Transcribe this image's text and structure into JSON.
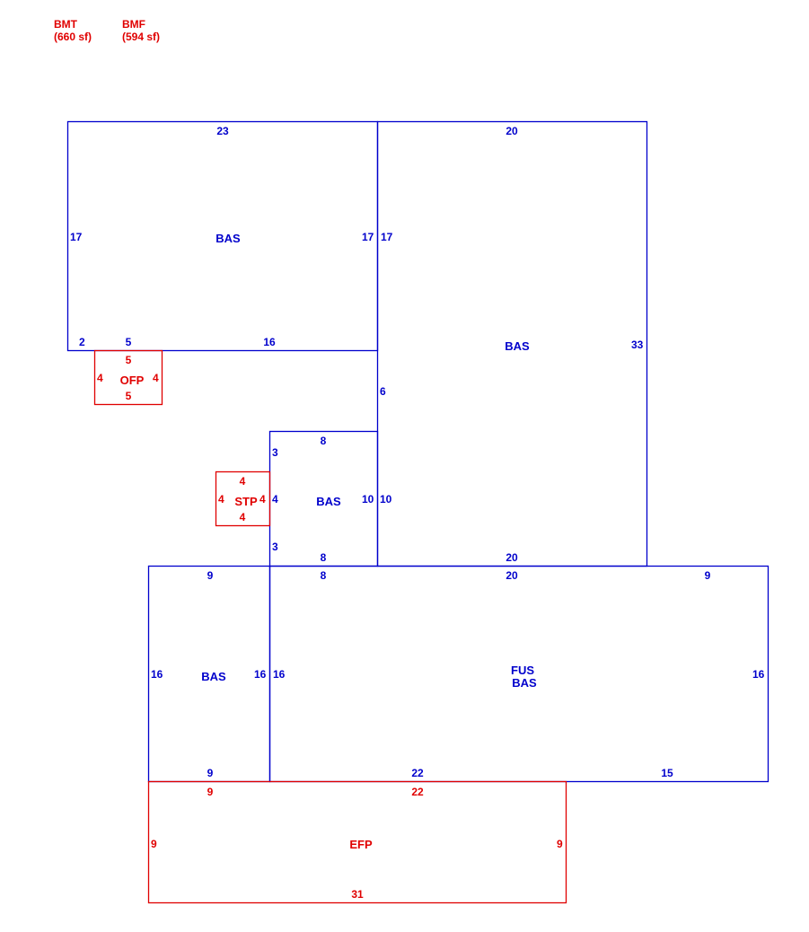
{
  "colors": {
    "main": "#0000cc",
    "secondary": "#e00000"
  },
  "legend": [
    {
      "code": "BMT",
      "area": "(660 sf)"
    },
    {
      "code": "BMF",
      "area": "(594 sf)"
    }
  ],
  "areas": [
    {
      "id": "bas-upper-left",
      "kind": "main",
      "labels": [
        "BAS"
      ],
      "dims": [
        "23",
        "17",
        "17",
        "2",
        "5",
        "16"
      ]
    },
    {
      "id": "bas-right",
      "kind": "main",
      "labels": [
        "BAS"
      ],
      "dims": [
        "20",
        "17",
        "33",
        "6",
        "10",
        "20"
      ]
    },
    {
      "id": "ofp",
      "kind": "secondary",
      "labels": [
        "OFP"
      ],
      "dims": [
        "5",
        "4",
        "4",
        "5"
      ]
    },
    {
      "id": "bas-small",
      "kind": "main",
      "labels": [
        "BAS"
      ],
      "dims": [
        "8",
        "3",
        "4",
        "10",
        "3",
        "8"
      ]
    },
    {
      "id": "stp",
      "kind": "secondary",
      "labels": [
        "STP"
      ],
      "dims": [
        "4",
        "4",
        "4",
        "4"
      ]
    },
    {
      "id": "bas-lower-left",
      "kind": "main",
      "labels": [
        "BAS"
      ],
      "dims": [
        "9",
        "16",
        "16",
        "9"
      ]
    },
    {
      "id": "fus-bas",
      "kind": "main",
      "labels": [
        "FUS",
        "BAS"
      ],
      "dims": [
        "8",
        "20",
        "9",
        "16",
        "16",
        "22",
        "15"
      ]
    },
    {
      "id": "efp",
      "kind": "secondary",
      "labels": [
        "EFP"
      ],
      "dims": [
        "9",
        "22",
        "9",
        "9",
        "31"
      ]
    }
  ]
}
